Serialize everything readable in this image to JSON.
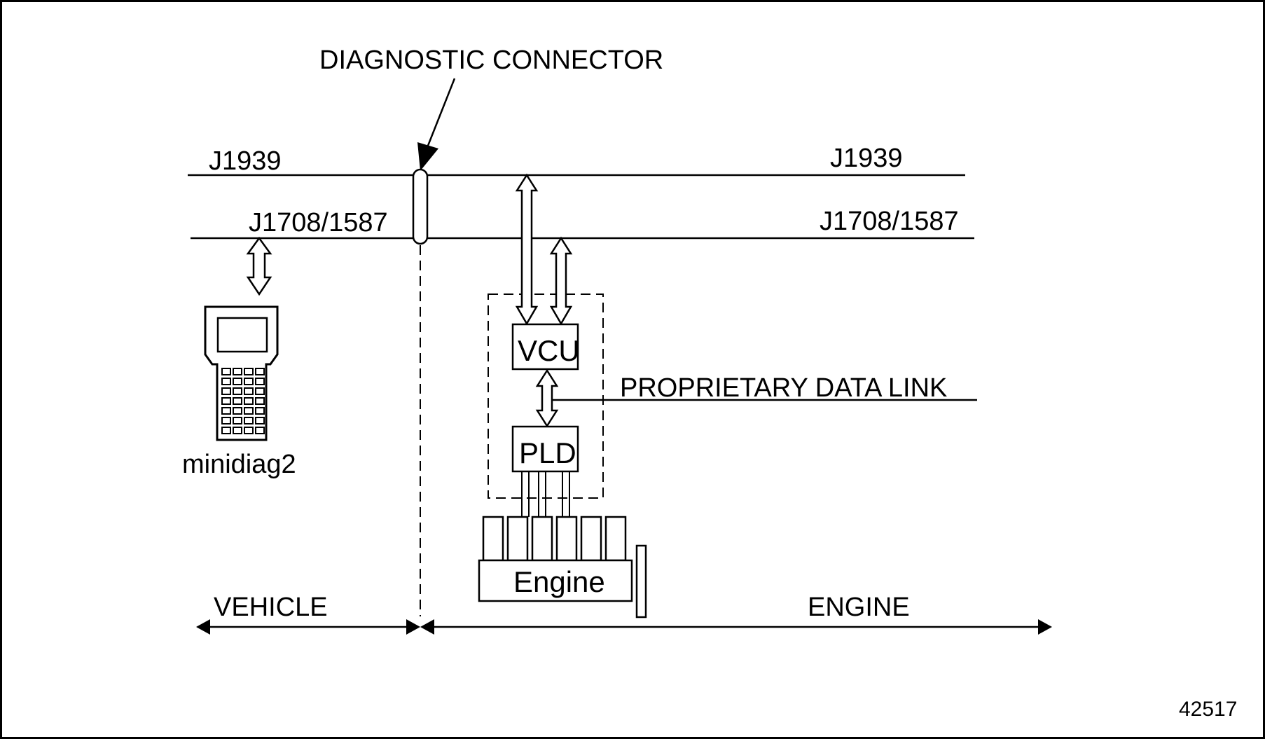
{
  "labels": {
    "diagnostic_connector": "DIAGNOSTIC CONNECTOR",
    "bus_j1939_left": "J1939",
    "bus_j1939_right": "J1939",
    "bus_j1708_left": "J1708/1587",
    "bus_j1708_right": "J1708/1587",
    "proprietary_data_link": "PROPRIETARY DATA LINK",
    "vcu": "VCU",
    "pld": "PLD",
    "engine_block": "Engine",
    "tool": "minidiag2",
    "vehicle_zone": "VEHICLE",
    "engine_zone": "ENGINE",
    "figure_number": "42517"
  },
  "colors": {
    "line": "#000000",
    "background": "#ffffff"
  }
}
